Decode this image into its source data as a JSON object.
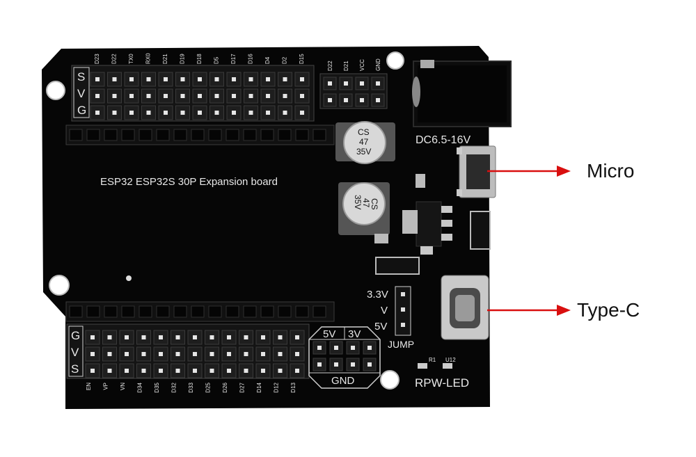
{
  "board": {
    "title": "ESP32 ESP32S 30P Expansion board",
    "power_jack_label": "DC6.5-16V",
    "jumper_label": "JUMP",
    "jumper_options": [
      "3.3V",
      "V",
      "5V"
    ],
    "gnd_header_label": "GND",
    "gnd_header_voltages": [
      "5V",
      "3V"
    ],
    "led_label": "RPW-LED",
    "led_designators": [
      "R1",
      "U12"
    ],
    "row_labels_top": [
      "S",
      "V",
      "G"
    ],
    "row_labels_bottom": [
      "G",
      "V",
      "S"
    ],
    "top_pins": [
      "D23",
      "D22",
      "TX0",
      "RX0",
      "D21",
      "D19",
      "D18",
      "D5",
      "D17",
      "D16",
      "D4",
      "D2",
      "D15"
    ],
    "top_right_pins": [
      "D22",
      "D21",
      "VCC",
      "GND"
    ],
    "bottom_pins": [
      "EN",
      "VP",
      "VN",
      "D34",
      "D35",
      "D32",
      "D33",
      "D25",
      "D26",
      "D27",
      "D14",
      "D12",
      "D13"
    ],
    "capacitors": [
      {
        "lines": [
          "CS",
          "47",
          "35V"
        ]
      },
      {
        "lines": [
          "CS",
          "47",
          "35V"
        ]
      }
    ]
  },
  "callouts": [
    {
      "label": "Micro"
    },
    {
      "label": "Type-C"
    }
  ],
  "colors": {
    "pcb": "#060606",
    "silkscreen": "#e8e8e8",
    "arrow": "#d90f0f",
    "background": "#ffffff"
  }
}
